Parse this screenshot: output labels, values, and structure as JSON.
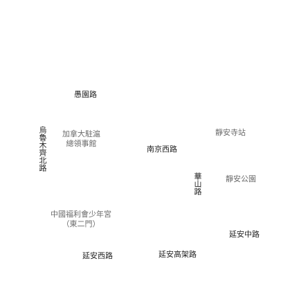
{
  "roads": {
    "yuyuan": "愚園路",
    "nanjing_west": "南京西路",
    "wulumuqi_north": "烏魯木齊北路",
    "huashan": "華山路",
    "yanan_west": "延安西路",
    "yanan_elevated": "延安高架路",
    "yanan_middle": "延安中路"
  },
  "places": {
    "canada_consulate_line1": "加拿大駐滬",
    "canada_consulate_line2": "總領事館",
    "jingan_temple_station": "靜安寺站",
    "jingan_park": "靜安公園",
    "childrens_palace_line1": "中國福利會少年宮",
    "childrens_palace_line2": "（東二門）"
  },
  "colors": {
    "background": "#ffffff",
    "road_text": "#222222",
    "poi_text": "#6b6b6b"
  }
}
